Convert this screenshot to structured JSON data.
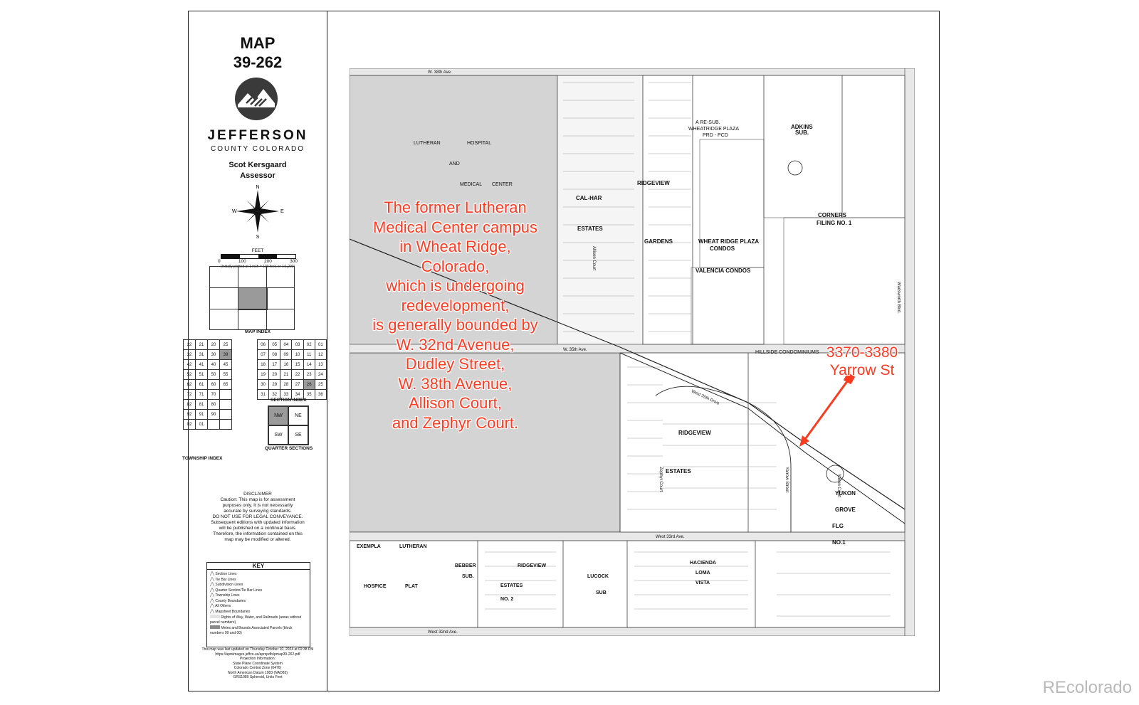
{
  "sidebar": {
    "map_label": "MAP",
    "map_number": "39-262",
    "county_name": "JEFFERSON",
    "county_sub": "COUNTY COLORADO",
    "assessor_name": "Scot Kersgaard",
    "assessor_title": "Assessor",
    "compass": {
      "n": "N",
      "s": "S",
      "e": "E",
      "w": "W"
    },
    "scale_unit": "FEET",
    "scale_ticks": [
      "0",
      "100",
      "200",
      "300"
    ],
    "scale_note": "(Initially plotted at 1 inch = 100 feet, or 1:1,200)",
    "map_index_label": "MAP INDEX",
    "section_index_label": "SECTION INDEX",
    "township_index_label": "TOWNSHIP INDEX",
    "quarter_sections_label": "QUARTER SECTIONS",
    "quarters": [
      "NW",
      "NE",
      "SW",
      "SE"
    ],
    "township_grid": [
      [
        "22",
        "21",
        "20",
        "25"
      ],
      [
        "32",
        "31",
        "30",
        "39"
      ],
      [
        "42",
        "41",
        "40",
        "45"
      ],
      [
        "52",
        "51",
        "50",
        "55"
      ],
      [
        "62",
        "61",
        "60",
        "65"
      ],
      [
        "72",
        "71",
        "70",
        ""
      ],
      [
        "82",
        "81",
        "80",
        ""
      ],
      [
        "92",
        "91",
        "90",
        ""
      ],
      [
        "02",
        "01",
        "",
        ""
      ]
    ],
    "section_grid": [
      [
        "06",
        "05",
        "04",
        "03",
        "02",
        "01"
      ],
      [
        "07",
        "08",
        "09",
        "10",
        "11",
        "12"
      ],
      [
        "18",
        "17",
        "16",
        "15",
        "14",
        "13"
      ],
      [
        "19",
        "20",
        "21",
        "22",
        "23",
        "24"
      ],
      [
        "30",
        "29",
        "28",
        "27",
        "26",
        "25"
      ],
      [
        "31",
        "32",
        "33",
        "34",
        "35",
        "36"
      ]
    ],
    "disclaimer_title": "DISCLAIMER",
    "disclaimer_lines": [
      "Caution: This map is for assessment",
      "purposes only. It is not necessarily",
      "accurate by surveying standards.",
      "DO NOT USE FOR LEGAL CONVEYANCE.",
      "Subsequent editions with updated information",
      "will be published on a continual basis.",
      "Therefore, the information contained on this",
      "map may be modified or altered."
    ],
    "key_title": "KEY",
    "key_items": [
      "Section Lines",
      "Tie Bar Lines",
      "Subdivision Lines",
      "Quarter Section/Tie Bar Lines",
      "Township Lines",
      "County Boundaries",
      "All Others",
      "Mapsheet Boundaries",
      "Rights of Way, Water, and Railroads (areas without parcel numbers)",
      "Metes and Bounds Associated Parcels (block numbers 99 and 00)"
    ],
    "footer_lines": [
      "This map was last updated on Thursday October 10, 2024 at 02:38 PM",
      "https://aprsimages.jeffco.us/aprspdfs/pmap39-262.pdf",
      "Projection Information:",
      "State Plane Coordinate System",
      "Colorado Central Zone (0476)",
      "North American Datum 1983 (NAD83)",
      "GRS1980 Spheroid, Units Feet"
    ]
  },
  "map": {
    "streets": [
      "W. 38th Ave.",
      "W. 35th Ave.",
      "West 35th Drive",
      "West 33rd Ave.",
      "West 32nd Ave.",
      "Allison Court",
      "Zephyr Court",
      "Yarrow Street",
      "Yukon Court",
      "Wadsworth Blvd."
    ],
    "labels": {
      "lutheran": [
        "LUTHERAN",
        "HOSPITAL",
        "AND",
        "MEDICAL",
        "CENTER"
      ],
      "calhar": [
        "CAL-HAR",
        "ESTATES"
      ],
      "ridgeview_gardens": [
        "RIDGEVIEW",
        "GARDENS"
      ],
      "wheatridge_plaza": [
        "A RE-SUB.",
        "WHEATRIDGE PLAZA",
        "PRD - PCD"
      ],
      "wheat_ridge_condos": [
        "WHEAT RIDGE PLAZA",
        "CONDOS"
      ],
      "valencia": "VALENCIA CONDOS",
      "corners": [
        "CORNERS",
        "FILING NO. 1"
      ],
      "adkins": [
        "ADKINS",
        "SUB."
      ],
      "ridgeview_estates": [
        "RIDGEVIEW",
        "ESTATES"
      ],
      "yukon_grove": [
        "YUKON",
        "GROVE",
        "FLG",
        "NO.1"
      ],
      "exempla": [
        "EXEMPLA",
        "HOSPICE"
      ],
      "lutheran_plat": [
        "LUTHERAN",
        "PLAT"
      ],
      "bebber": [
        "BEBBER",
        "SUB."
      ],
      "ridgeview2": [
        "RIDGEVIEW",
        "ESTATES",
        "NO. 2"
      ],
      "lucock": [
        "LUCOCK",
        "SUB"
      ],
      "hacienda": [
        "HACIENDA",
        "LOMA",
        "VISTA"
      ],
      "hillside": "HILLSIDE CONDOMINIUMS"
    },
    "annotation_lines": [
      "The former Lutheran",
      "Medical Center campus",
      "in Wheat Ridge,",
      "Colorado,",
      "which is undergoing",
      "redevelopment,",
      "is  generally bounded by",
      "W. 32nd Avenue,",
      "Dudley Street,",
      "W. 38th Avenue,",
      "Allison Court,",
      "and Zephyr Court."
    ],
    "address_lines": [
      "3370-3380",
      "Yarrow St"
    ],
    "annotation_color": "#ff3b1f"
  },
  "watermark": "REcolorado"
}
